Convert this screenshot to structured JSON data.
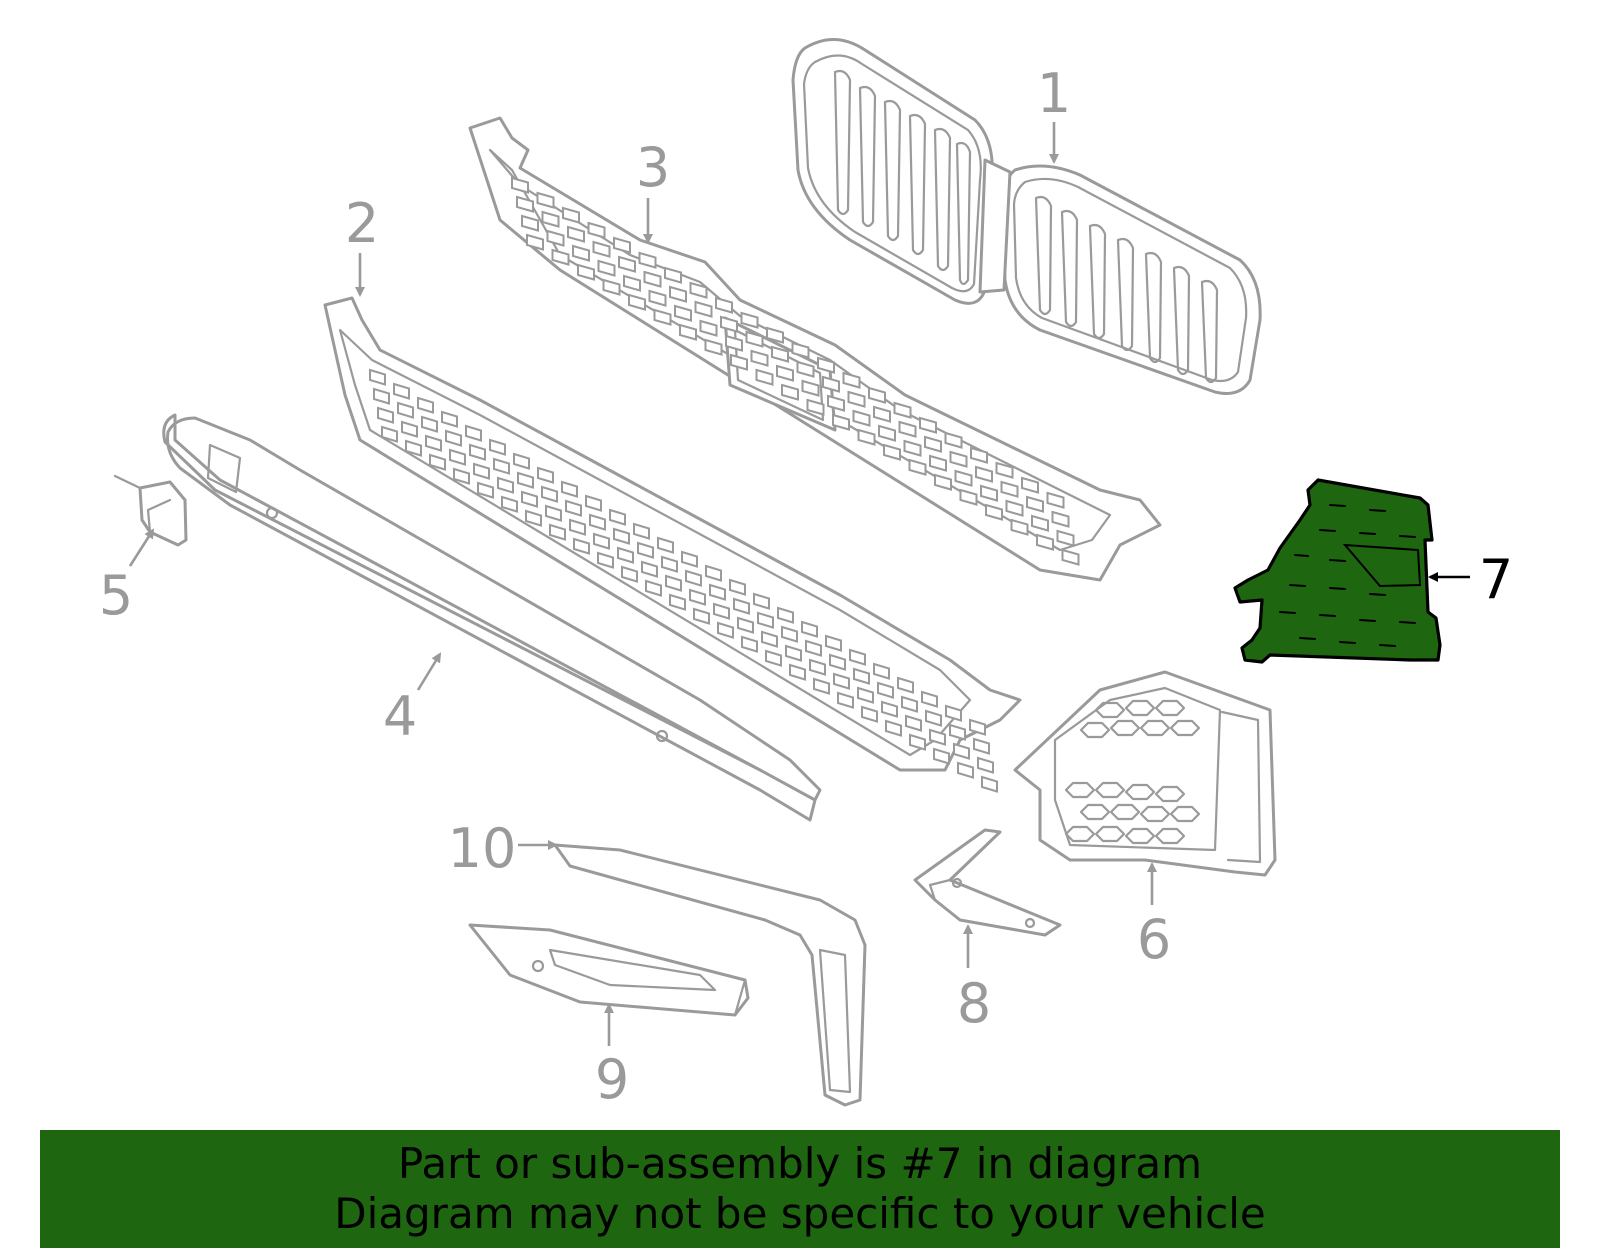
{
  "diagram": {
    "highlighted_part": "7",
    "callouts": [
      {
        "id": "1",
        "label": "1"
      },
      {
        "id": "2",
        "label": "2"
      },
      {
        "id": "3",
        "label": "3"
      },
      {
        "id": "4",
        "label": "4"
      },
      {
        "id": "5",
        "label": "5"
      },
      {
        "id": "6",
        "label": "6"
      },
      {
        "id": "7",
        "label": "7"
      },
      {
        "id": "8",
        "label": "8"
      },
      {
        "id": "9",
        "label": "9"
      },
      {
        "id": "10",
        "label": "10"
      }
    ]
  },
  "banner": {
    "line1": "Part or sub-assembly is #7 in diagram",
    "line2": "Diagram may not be specific to your vehicle"
  },
  "colors": {
    "highlight": "#1e6610",
    "outline": "#9a9a9a",
    "banner_bg": "#1e6610",
    "text": "#000000"
  }
}
